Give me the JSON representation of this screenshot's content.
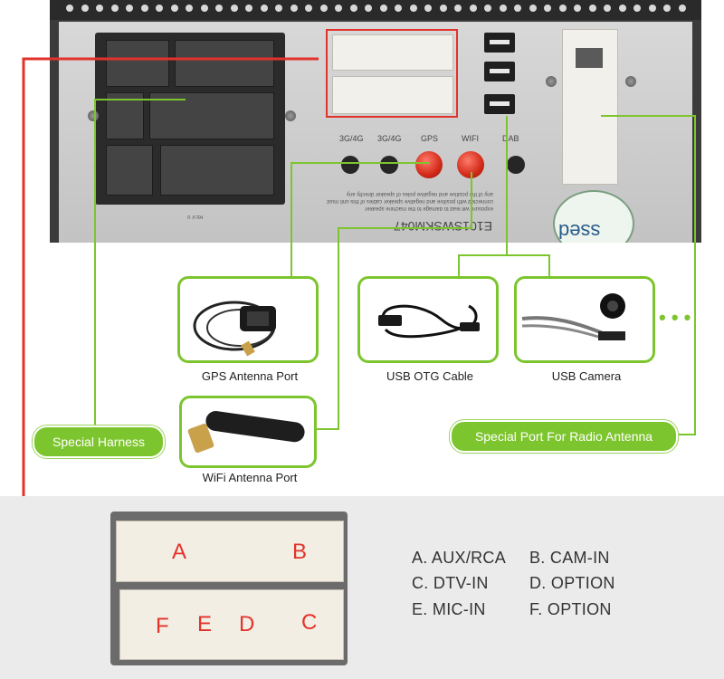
{
  "port_labels": {
    "p1": "3G/4G",
    "p2": "3G/4G",
    "gps": "GPS",
    "wifi": "WIFI",
    "dab": "DAB"
  },
  "device_text": {
    "model_code": "E101SWSKM047",
    "warning_line1": "exposure will lead to damage to the machine speaker",
    "warning_line2": "connected with positive and negative speaker cables of this unit must",
    "warning_line3": "any of the positive and negative poles of speaker directly any",
    "rev": "REV 0",
    "sticker_text": "ssed"
  },
  "cards": {
    "gps": {
      "caption": "GPS Antenna Port"
    },
    "usb_otg": {
      "caption": "USB OTG Cable"
    },
    "usb_camera": {
      "caption": "USB Camera"
    },
    "wifi": {
      "caption": "WiFi Antenna Port"
    }
  },
  "more_indicator": "• • •",
  "callouts": {
    "harness": "Special Harness",
    "radio_antenna": "Special Port For Radio Antenna"
  },
  "connector_letters": {
    "a": "A",
    "b": "B",
    "c": "C",
    "d": "D",
    "e": "E",
    "f": "F"
  },
  "legend": {
    "a": "A. AUX/RCA",
    "b": "B. CAM-IN",
    "c": "C. DTV-IN",
    "d": "D. OPTION",
    "e": "E. MIC-IN",
    "f": "F. OPTION"
  },
  "colors": {
    "accent_green": "#7dc52e",
    "highlight_red": "#e3322a",
    "background_gray": "#ebebeb"
  },
  "icons": {
    "gps": "gps-antenna-icon",
    "usb_otg": "usb-cable-icon",
    "usb_camera": "usb-camera-icon",
    "wifi": "wifi-antenna-icon"
  }
}
